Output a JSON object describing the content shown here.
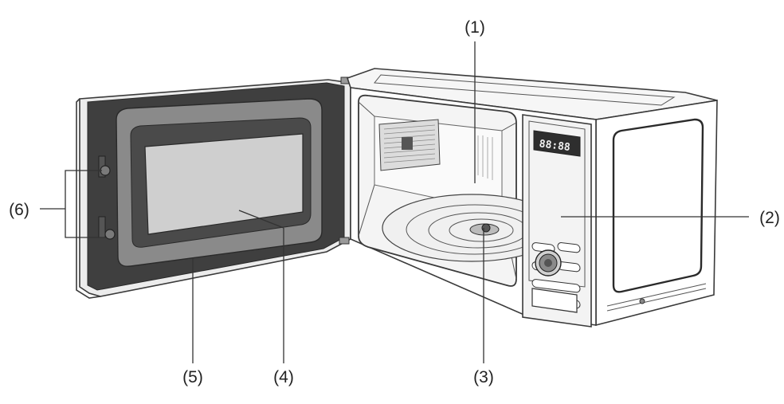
{
  "display": {
    "readout": "88:88"
  },
  "callouts": [
    {
      "id": "1",
      "label": "(1)"
    },
    {
      "id": "2",
      "label": "(2)"
    },
    {
      "id": "3",
      "label": "(3)"
    },
    {
      "id": "4",
      "label": "(4)"
    },
    {
      "id": "5",
      "label": "(5)"
    },
    {
      "id": "6",
      "label": "(6)"
    }
  ],
  "colors": {
    "door_panel": "#3f3f3f",
    "window_frame": "#8a8a8a",
    "glass": "#cfcfcf",
    "body": "#ffffff",
    "display_screen": "#2e2e2e"
  }
}
